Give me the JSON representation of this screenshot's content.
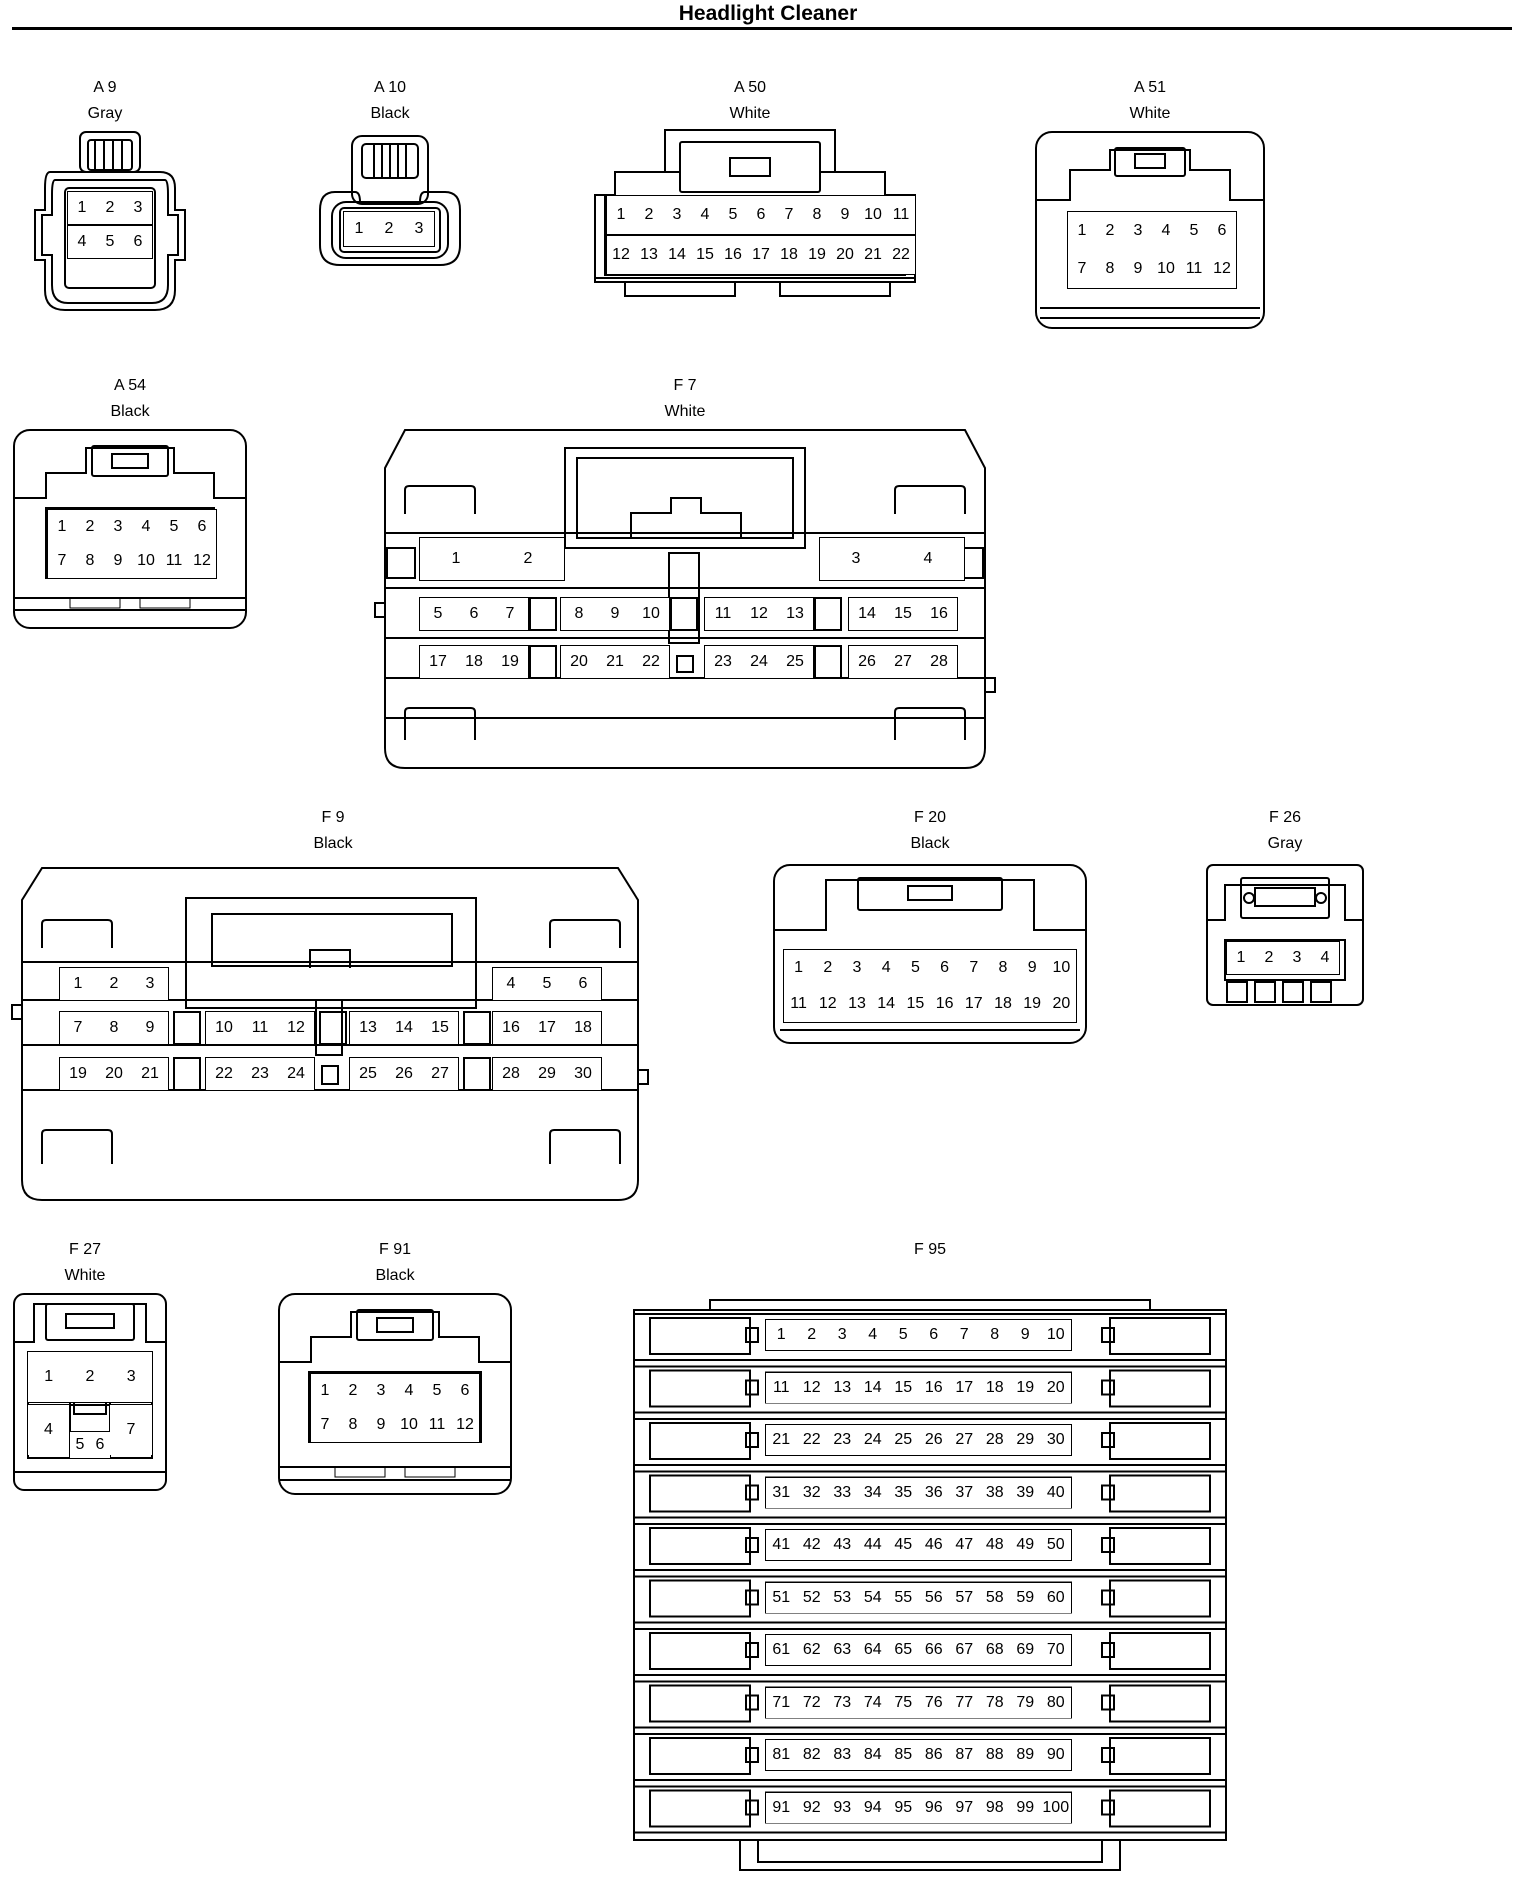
{
  "title": "Headlight Cleaner",
  "colors": {
    "ink": "#000000",
    "paper": "#ffffff"
  },
  "connectors": [
    {
      "id": "A9",
      "code": "A 9",
      "color": "Gray"
    },
    {
      "id": "A10",
      "code": "A 10",
      "color": "Black"
    },
    {
      "id": "A50",
      "code": "A 50",
      "color": "White"
    },
    {
      "id": "A51",
      "code": "A 51",
      "color": "White"
    },
    {
      "id": "A54",
      "code": "A 54",
      "color": "Black"
    },
    {
      "id": "F7",
      "code": "F 7",
      "color": "White"
    },
    {
      "id": "F9",
      "code": "F 9",
      "color": "Black"
    },
    {
      "id": "F20",
      "code": "F 20",
      "color": "Black"
    },
    {
      "id": "F26",
      "code": "F 26",
      "color": "Gray"
    },
    {
      "id": "F27",
      "code": "F 27",
      "color": "White"
    },
    {
      "id": "F91",
      "code": "F 91",
      "color": "Black"
    },
    {
      "id": "F95",
      "code": "F 95",
      "color": ""
    }
  ],
  "pins": {
    "A9": [
      "1",
      "2",
      "3",
      "4",
      "5",
      "6"
    ],
    "A10": [
      "1",
      "2",
      "3"
    ],
    "A50": [
      "1",
      "2",
      "3",
      "4",
      "5",
      "6",
      "7",
      "8",
      "9",
      "10",
      "11",
      "12",
      "13",
      "14",
      "15",
      "16",
      "17",
      "18",
      "19",
      "20",
      "21",
      "22"
    ],
    "A51": [
      "1",
      "2",
      "3",
      "4",
      "5",
      "6",
      "7",
      "8",
      "9",
      "10",
      "11",
      "12"
    ],
    "A54": [
      "1",
      "2",
      "3",
      "4",
      "5",
      "6",
      "7",
      "8",
      "9",
      "10",
      "11",
      "12"
    ],
    "F7": [
      "1",
      "2",
      "3",
      "4",
      "5",
      "6",
      "7",
      "8",
      "9",
      "10",
      "11",
      "12",
      "13",
      "14",
      "15",
      "16",
      "17",
      "18",
      "19",
      "20",
      "21",
      "22",
      "23",
      "24",
      "25",
      "26",
      "27",
      "28"
    ],
    "F9": [
      "1",
      "2",
      "3",
      "4",
      "5",
      "6",
      "7",
      "8",
      "9",
      "10",
      "11",
      "12",
      "13",
      "14",
      "15",
      "16",
      "17",
      "18",
      "19",
      "20",
      "21",
      "22",
      "23",
      "24",
      "25",
      "26",
      "27",
      "28",
      "29",
      "30"
    ],
    "F20": [
      "1",
      "2",
      "3",
      "4",
      "5",
      "6",
      "7",
      "8",
      "9",
      "10",
      "11",
      "12",
      "13",
      "14",
      "15",
      "16",
      "17",
      "18",
      "19",
      "20"
    ],
    "F26": [
      "1",
      "2",
      "3",
      "4"
    ],
    "F27": [
      "1",
      "2",
      "3",
      "4",
      "5",
      "6",
      "7"
    ],
    "F91": [
      "1",
      "2",
      "3",
      "4",
      "5",
      "6",
      "7",
      "8",
      "9",
      "10",
      "11",
      "12"
    ],
    "F95": [
      "1",
      "2",
      "3",
      "4",
      "5",
      "6",
      "7",
      "8",
      "9",
      "10",
      "11",
      "12",
      "13",
      "14",
      "15",
      "16",
      "17",
      "18",
      "19",
      "20",
      "21",
      "22",
      "23",
      "24",
      "25",
      "26",
      "27",
      "28",
      "29",
      "30",
      "31",
      "32",
      "33",
      "34",
      "35",
      "36",
      "37",
      "38",
      "39",
      "40",
      "41",
      "42",
      "43",
      "44",
      "45",
      "46",
      "47",
      "48",
      "49",
      "50",
      "51",
      "52",
      "53",
      "54",
      "55",
      "56",
      "57",
      "58",
      "59",
      "60",
      "61",
      "62",
      "63",
      "64",
      "65",
      "66",
      "67",
      "68",
      "69",
      "70",
      "71",
      "72",
      "73",
      "74",
      "75",
      "76",
      "77",
      "78",
      "79",
      "80",
      "81",
      "82",
      "83",
      "84",
      "85",
      "86",
      "87",
      "88",
      "89",
      "90",
      "91",
      "92",
      "93",
      "94",
      "95",
      "96",
      "97",
      "98",
      "99",
      "100"
    ]
  }
}
